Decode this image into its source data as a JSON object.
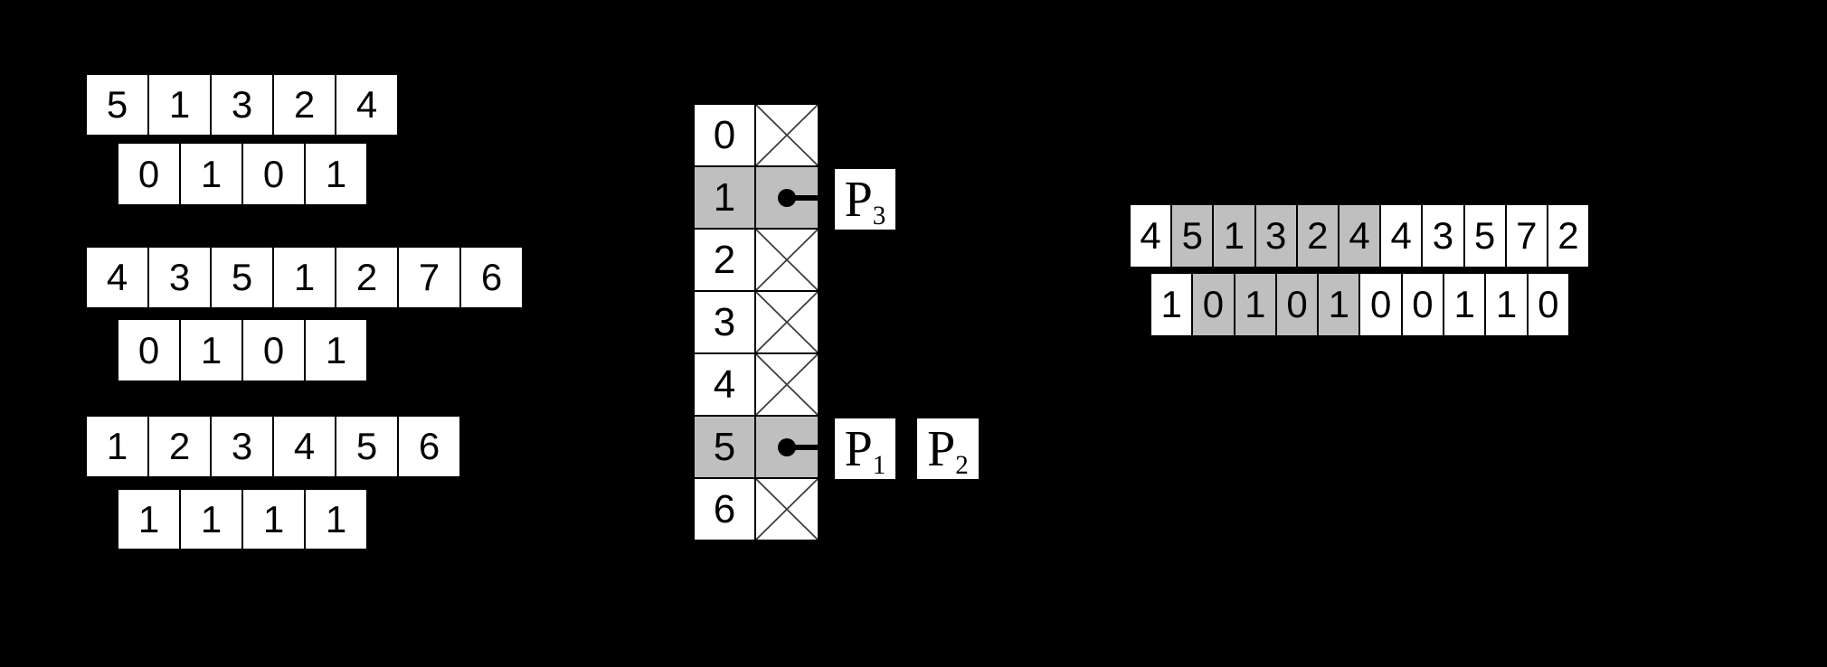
{
  "colors": {
    "background": "#000000",
    "cell_fill": "#ffffff",
    "highlight_fill": "#bfbfbf",
    "grid_line": "#000000",
    "cross_line": "#3d3d3d",
    "text": "#000000"
  },
  "left_patterns": [
    {
      "top_values": [
        "5",
        "1",
        "3",
        "2",
        "4"
      ],
      "bottom_values": [
        "0",
        "1",
        "0",
        "1"
      ]
    },
    {
      "top_values": [
        "4",
        "3",
        "5",
        "1",
        "2",
        "7",
        "6"
      ],
      "bottom_values": [
        "0",
        "1",
        "0",
        "1"
      ]
    },
    {
      "top_values": [
        "1",
        "2",
        "3",
        "4",
        "5",
        "6"
      ],
      "bottom_values": [
        "1",
        "1",
        "1",
        "1"
      ]
    }
  ],
  "hash_table": {
    "rows": [
      {
        "index": "0",
        "slot": "crossed",
        "highlighted": false
      },
      {
        "index": "1",
        "slot": "pointer",
        "highlighted": true
      },
      {
        "index": "2",
        "slot": "crossed",
        "highlighted": false
      },
      {
        "index": "3",
        "slot": "crossed",
        "highlighted": false
      },
      {
        "index": "4",
        "slot": "crossed",
        "highlighted": false
      },
      {
        "index": "5",
        "slot": "pointer",
        "highlighted": true
      },
      {
        "index": "6",
        "slot": "crossed",
        "highlighted": false
      }
    ]
  },
  "pointer_labels": {
    "p3": {
      "base": "P",
      "sub": "3"
    },
    "p1": {
      "base": "P",
      "sub": "1"
    },
    "p2": {
      "base": "P",
      "sub": "2"
    }
  },
  "right_sequence": {
    "top_values": [
      "4",
      "5",
      "1",
      "3",
      "2",
      "4",
      "4",
      "3",
      "5",
      "7",
      "2"
    ],
    "top_highlighted_indices": [
      1,
      2,
      3,
      4,
      5
    ],
    "bottom_values": [
      "1",
      "0",
      "1",
      "0",
      "1",
      "0",
      "0",
      "1",
      "1",
      "0"
    ],
    "bottom_highlighted_indices": [
      1,
      2,
      3,
      4
    ]
  }
}
